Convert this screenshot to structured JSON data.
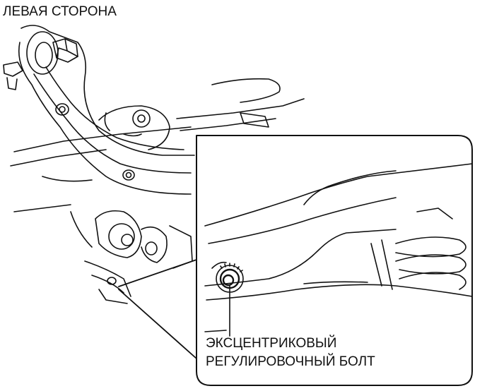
{
  "figure": {
    "title": "ЛЕВАЯ СТОРОНА",
    "callout": {
      "line1": "ЭКСЦЕНТРИКОВЫЙ",
      "line2": "РЕГУЛИРОВОЧНЫЙ БОЛТ"
    }
  },
  "colors": {
    "ink": "#111111",
    "paper": "#ffffff"
  }
}
